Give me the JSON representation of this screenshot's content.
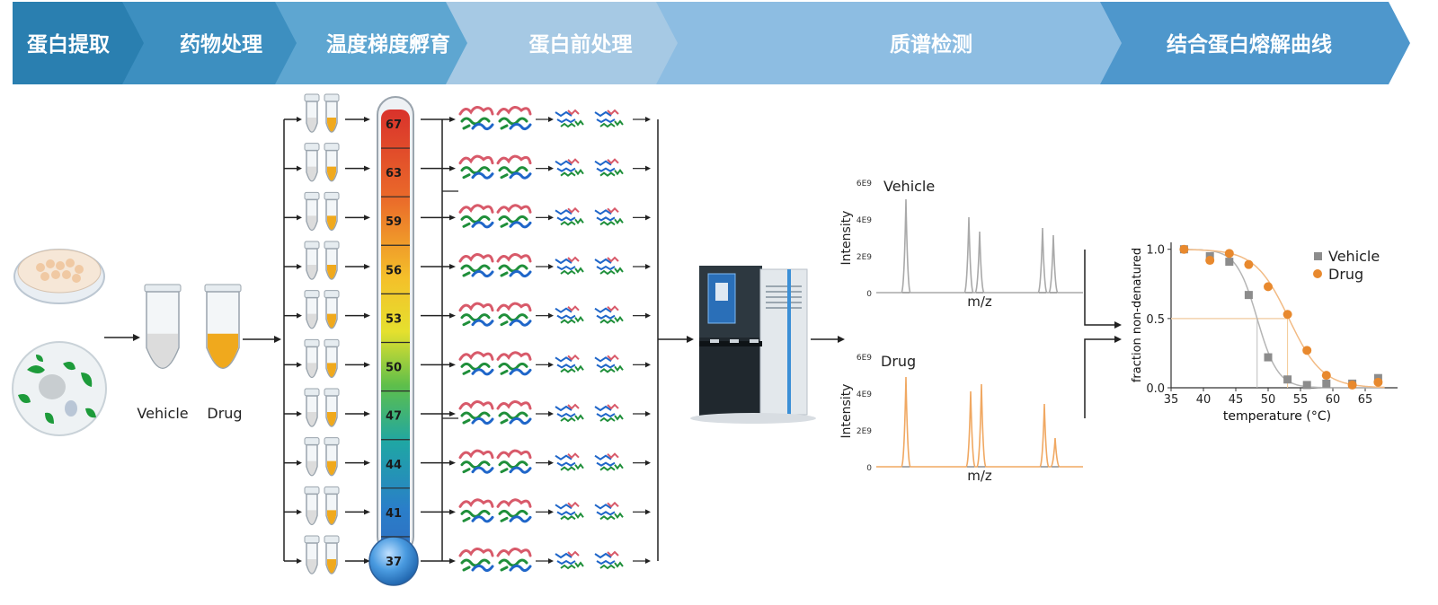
{
  "workflow": {
    "steps": [
      "蛋白提取",
      "药物处理",
      "温度梯度孵育",
      "蛋白前处理",
      "质谱检测",
      "结合蛋白熔解曲线"
    ],
    "colors": [
      "#2a7fb0",
      "#3d8fc0",
      "#5ea6d1",
      "#a6c9e4",
      "#8dbde2",
      "#4e97cc"
    ]
  },
  "sample_labels": {
    "vehicle": "Vehicle",
    "drug": "Drug"
  },
  "thermometer": {
    "temperatures": [
      "67",
      "63",
      "59",
      "56",
      "53",
      "50",
      "47",
      "44",
      "41",
      "37"
    ]
  },
  "spectra": {
    "vehicle": {
      "title": "Vehicle",
      "ylabel": "Intensity",
      "xlabel": "m/z",
      "yticks": [
        "6E9",
        "4E9",
        "2E9",
        "0"
      ]
    },
    "drug": {
      "title": "Drug",
      "ylabel": "Intensity",
      "xlabel": "m/z",
      "yticks": [
        "6E9",
        "4E9",
        "2E9",
        "0"
      ]
    }
  },
  "chart_data": {
    "type": "scatter",
    "xlabel": "temperature (°C)",
    "ylabel": "fraction non-denatured",
    "xlim": [
      35,
      70
    ],
    "ylim": [
      0,
      1.05
    ],
    "xticks": [
      "35",
      "40",
      "45",
      "50",
      "55",
      "60",
      "65"
    ],
    "yticks": [
      "0.0",
      "0.5",
      "1.0"
    ],
    "legend_position": "top-right",
    "series": [
      {
        "name": "Vehicle",
        "color": "#8c8c8c",
        "marker": "square",
        "x": [
          37,
          41,
          44,
          47,
          50,
          53,
          56,
          59,
          63,
          67
        ],
        "y": [
          1.0,
          0.95,
          0.91,
          0.67,
          0.22,
          0.06,
          0.02,
          0.03,
          0.03,
          0.07
        ]
      },
      {
        "name": "Drug",
        "color": "#e8892e",
        "marker": "circle",
        "x": [
          37,
          41,
          44,
          47,
          50,
          53,
          56,
          59,
          63,
          67
        ],
        "y": [
          1.0,
          0.92,
          0.97,
          0.89,
          0.73,
          0.53,
          0.27,
          0.09,
          0.02,
          0.04
        ]
      }
    ]
  }
}
